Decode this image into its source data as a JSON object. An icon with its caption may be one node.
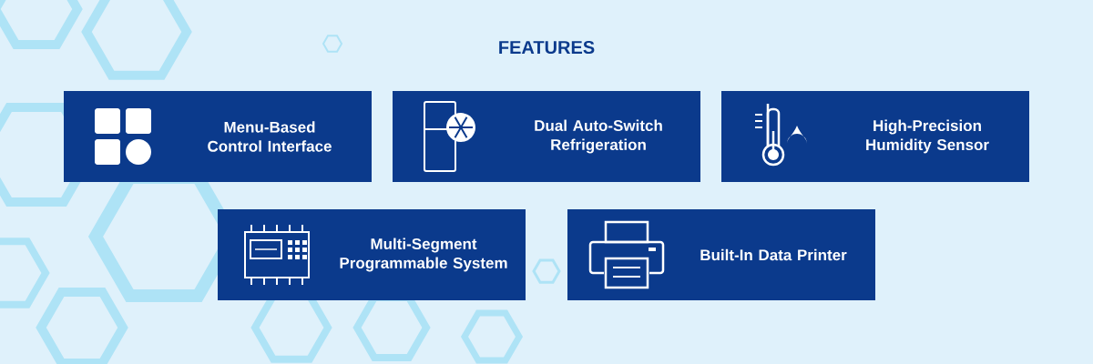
{
  "diagram": {
    "title": "FEATURES",
    "nodes": [
      {
        "text": [
          "Menu-Based Control Interface"
        ]
      },
      {
        "text": [
          "Dual Auto-Switch Refrigeration"
        ]
      },
      {
        "text": [
          "High-Precision Humidity Sensor"
        ]
      },
      {
        "text": [
          "Multi-Segment Programmable System"
        ]
      },
      {
        "text": [
          "Built-In Data Printer"
        ]
      }
    ]
  }
}
